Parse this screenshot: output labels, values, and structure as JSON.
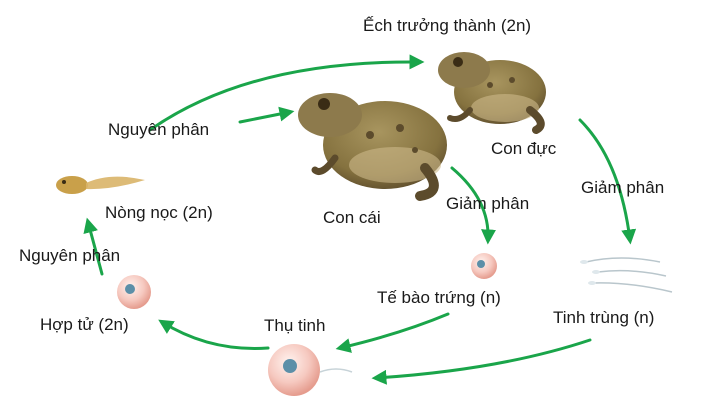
{
  "labels": {
    "adult_frog": "Ếch trưởng thành (2n)",
    "mitosis_top": "Nguyên phân",
    "male": "Con đực",
    "meiosis_right": "Giảm phân",
    "tadpole": "Nòng nọc (2n)",
    "female": "Con cái",
    "meiosis_middle": "Giảm phân",
    "mitosis_left": "Nguyên phân",
    "egg_cell": "Tế bào trứng (n)",
    "zygote": "Hợp tử (2n)",
    "fertilization": "Thụ tinh",
    "sperm": "Tinh trùng (n)"
  },
  "colors": {
    "arrow": "#1aa54a",
    "frog_body": "#8d7a4c",
    "frog_dark": "#5c4b2c",
    "frog_belly": "#cdb98a",
    "tadpole": "#c9a04a",
    "cell": "#f6c9c0",
    "cell_nucleus": "#5c8fa8"
  },
  "icons": [
    "male-frog-icon",
    "female-frog-icon",
    "tadpole-icon",
    "egg-cell-icon",
    "zygote-icon",
    "fertilized-egg-icon",
    "sperm-icon"
  ]
}
